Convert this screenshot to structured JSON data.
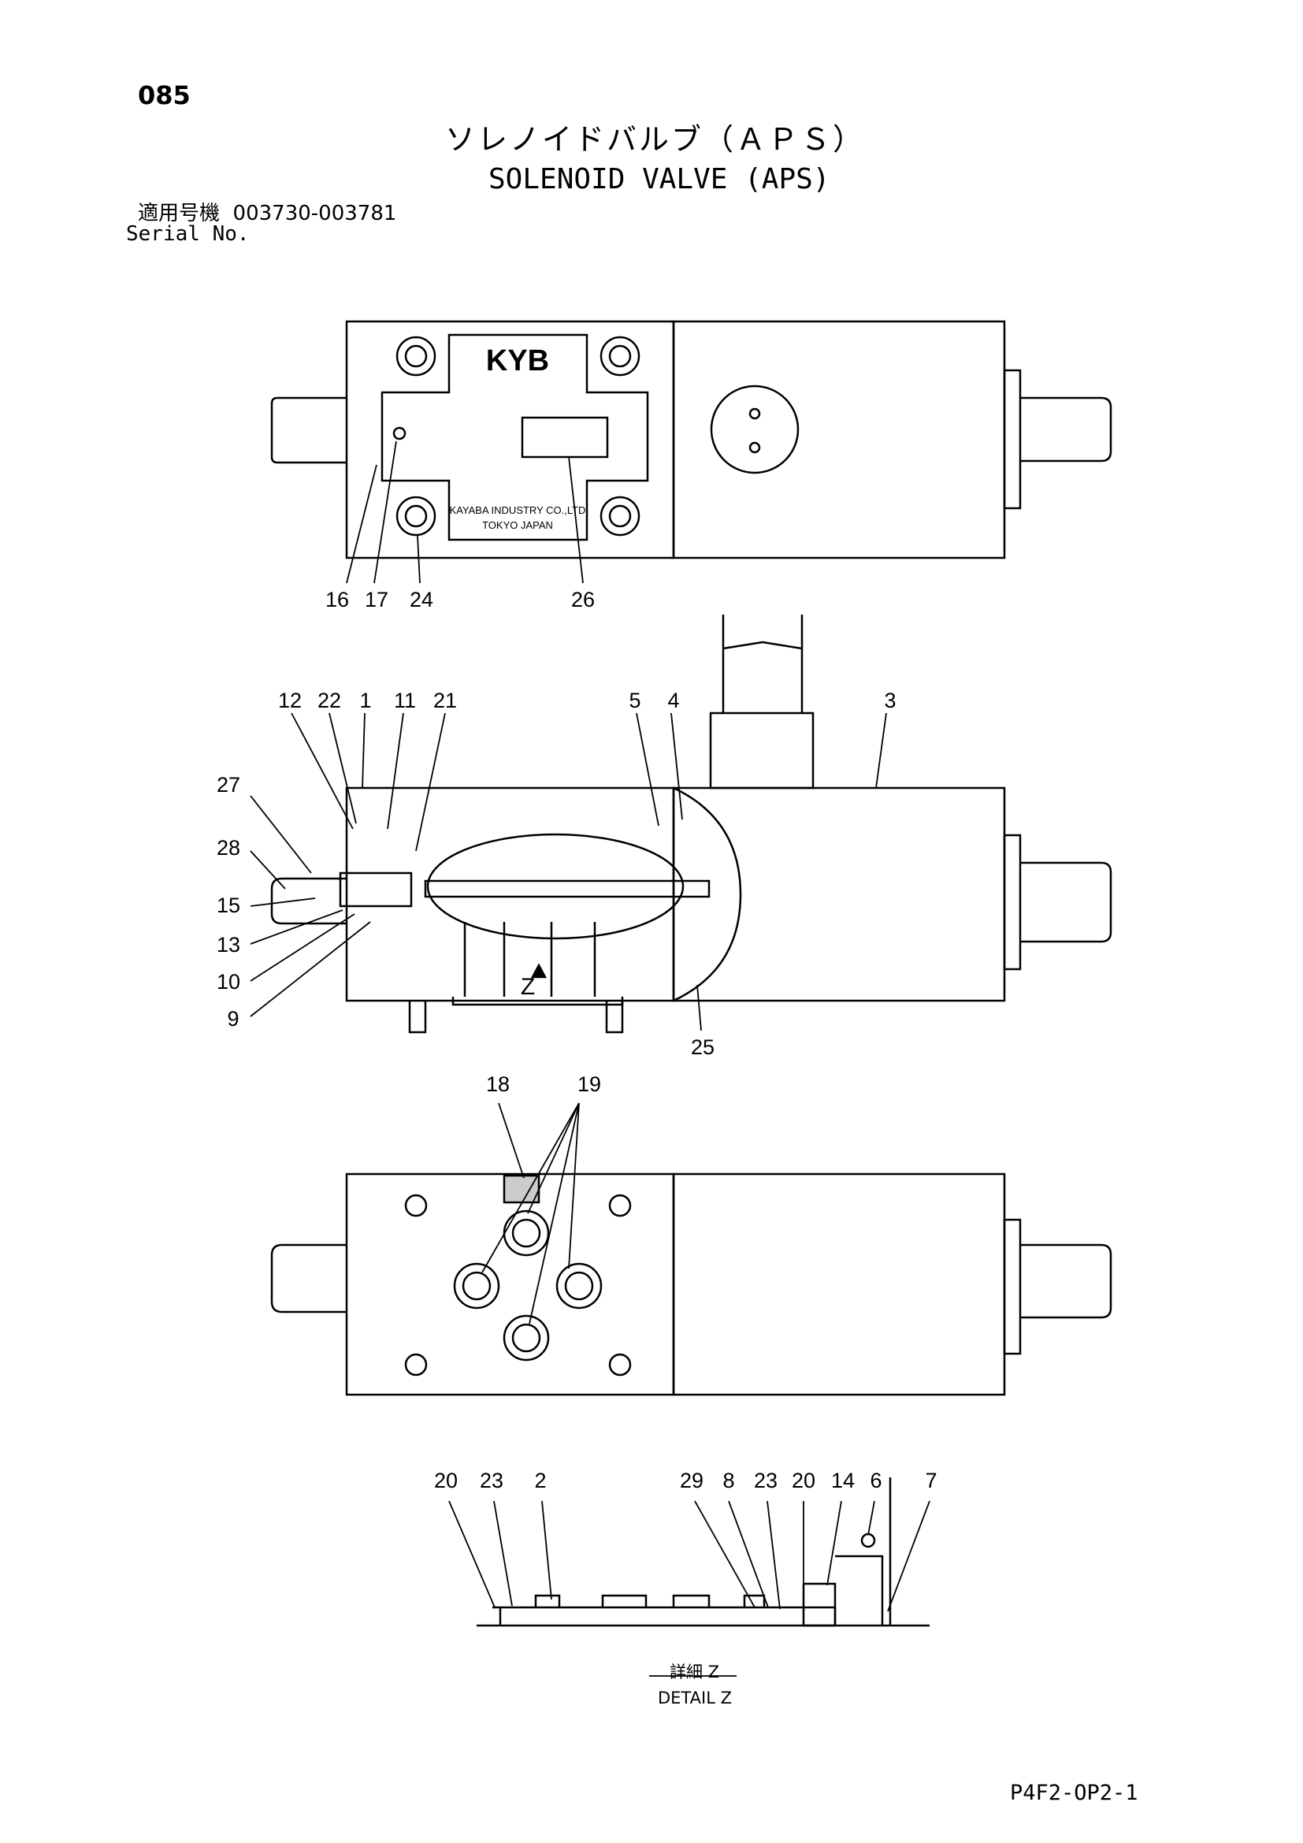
{
  "page_number": "085",
  "title_jp": "ソレノイドバルブ（ＡＰＳ）",
  "title_en": "SOLENOID VALVE (APS)",
  "serial": {
    "label_jp": "適用号機",
    "range": "003730-003781",
    "label_en": "Serial No."
  },
  "nameplate": {
    "brand": "KYB",
    "maker": "KAYABA INDUSTRY CO.,LTD",
    "location": "TOKYO JAPAN"
  },
  "view_marker": "Z",
  "detail": {
    "label_jp": "詳細 Z",
    "label_en": "DETAIL Z"
  },
  "ref_code": "P4F2-OP2-1",
  "callouts": {
    "top_view": [
      "16",
      "17",
      "24",
      "26"
    ],
    "section_top": [
      "12",
      "22",
      "1",
      "11",
      "21",
      "5",
      "4",
      "3"
    ],
    "section_left": [
      "27",
      "28",
      "15",
      "13",
      "10",
      "9"
    ],
    "section_bottom": [
      "25"
    ],
    "bottom_view": [
      "18",
      "19"
    ],
    "detail": [
      "20",
      "23",
      "2",
      "29",
      "8",
      "23",
      "20",
      "14",
      "6",
      "7"
    ]
  }
}
